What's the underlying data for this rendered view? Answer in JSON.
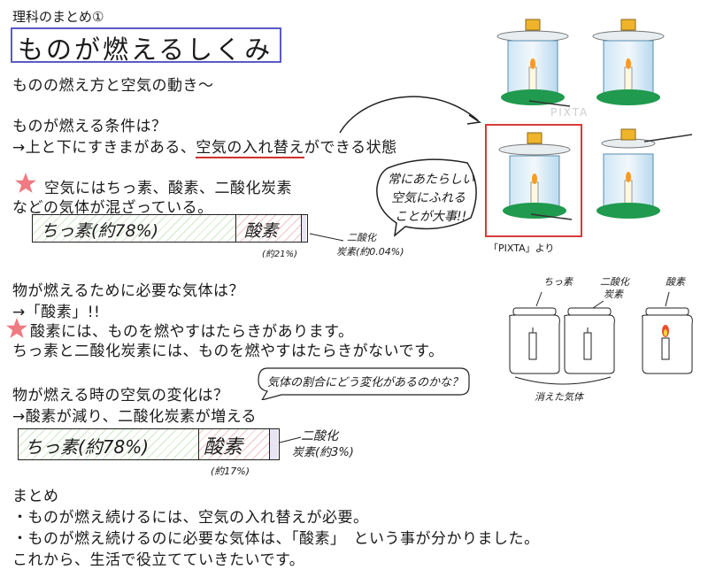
{
  "header": {
    "subject": "理科のまとめ①",
    "title": "ものが燃えるしくみ",
    "subtitle": "ものの燃え方と空気の動き～"
  },
  "section1": {
    "question": "ものが燃える条件は？",
    "answer_prefix": "→上と下にすきまがある、",
    "answer_highlight": "空気の入れ替え",
    "answer_suffix": "ができる状態"
  },
  "bubble1": {
    "line1": "常にあたらしい",
    "line2": "空気にふれる",
    "line3": "ことが大事!!"
  },
  "section2": {
    "line1": "空気にはちっ素、酸素、二酸化炭素",
    "line2": "などの気体が混ざっている。"
  },
  "bar1": {
    "nitrogen_label": "ちっ素(約78%)",
    "oxygen_label": "酸素",
    "oxygen_note": "(約21%)",
    "co2_label": "二酸化",
    "co2_label2": "炭素(約0.04%)"
  },
  "photo": {
    "credit": "「PIXTA」より",
    "watermark": "PIXTA"
  },
  "section3": {
    "question": "物が燃えるために必要な気体は？",
    "answer": "→「酸素」!!",
    "line1": "酸素には、ものを燃やすはたらきがあります。",
    "line2": "ちっ素と二酸化炭素には、ものを燃やすはたらきがないです。"
  },
  "jars": {
    "label_nitrogen": "ちっ素",
    "label_co2_1": "二酸化",
    "label_co2_2": "炭素",
    "label_oxygen": "酸素",
    "caption": "消えた気体"
  },
  "section4": {
    "question": "物が燃える時の空気の変化は？",
    "bubble": "気体の割合にどう変化があるのかな？",
    "answer": "→酸素が減り、二酸化炭素が増える"
  },
  "bar2": {
    "nitrogen_label": "ちっ素(約78%)",
    "oxygen_label": "酸素",
    "oxygen_note": "(約17%)",
    "co2_label": "二酸化",
    "co2_label2": "炭素(約3%)"
  },
  "summary": {
    "heading": "まとめ",
    "line1": "・ものが燃え続けるには、空気の入れ替えが必要。",
    "line2": "・ものが燃え続けるのに必要な気体は、「酸素」　という事が分かりました。",
    "line3": "これから、生活で役立てていきたいです。"
  },
  "colors": {
    "title_border": "#5a5ac8",
    "star": "#f07a82",
    "highlight_underline": "#d23030",
    "photo_frame": "#d63b3b",
    "jar_base": "#1f9a4e"
  }
}
